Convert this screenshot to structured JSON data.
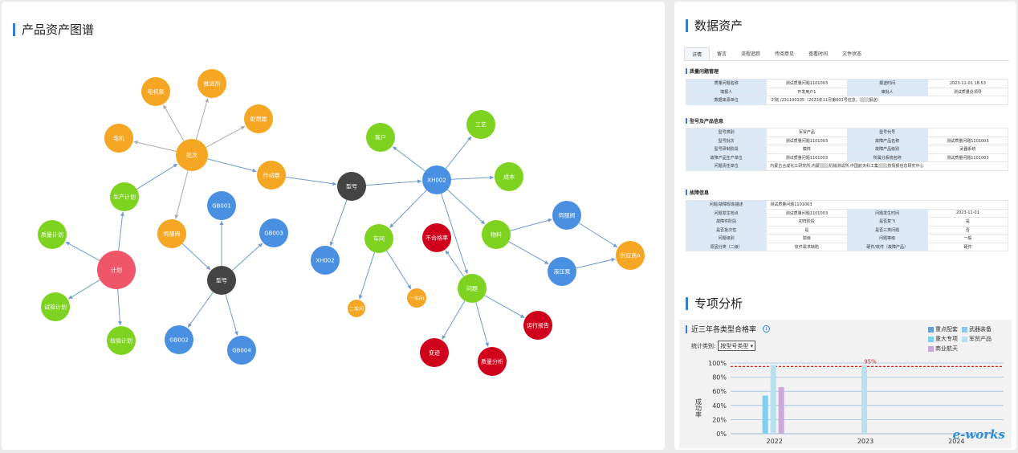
{
  "graph": {
    "title": "产品资产图谱",
    "nodes": [
      {
        "id": "diannao",
        "label": "电机泵",
        "color": "#f5a623"
      },
      {
        "id": "tuijin",
        "label": "推进剂",
        "color": "#f5a623"
      },
      {
        "id": "ranshao",
        "label": "助燃器",
        "color": "#f5a623"
      },
      {
        "id": "dianji",
        "label": "电机",
        "color": "#f5a623"
      },
      {
        "id": "pici",
        "label": "批次",
        "color": "#f5a623"
      },
      {
        "id": "zuodong",
        "label": "作动器",
        "color": "#f5a623"
      },
      {
        "id": "shengchan",
        "label": "生产计划",
        "color": "#7ed321"
      },
      {
        "id": "zhiliang",
        "label": "质量计划",
        "color": "#7ed321"
      },
      {
        "id": "jihua",
        "label": "计划",
        "color": "#f0566a"
      },
      {
        "id": "shiyan",
        "label": "试验计划",
        "color": "#7ed321"
      },
      {
        "id": "jianyan",
        "label": "检验计划",
        "color": "#7ed321"
      },
      {
        "id": "sifafa",
        "label": "伺服阀",
        "color": "#f5a623"
      },
      {
        "id": "gb001",
        "label": "GB001",
        "color": "#4a90e2"
      },
      {
        "id": "gb003",
        "label": "GB003",
        "color": "#4a90e2"
      },
      {
        "id": "xinghao1",
        "label": "型号",
        "color": "#444444"
      },
      {
        "id": "gb002",
        "label": "GB002",
        "color": "#4a90e2"
      },
      {
        "id": "gb004",
        "label": "GB004",
        "color": "#4a90e2"
      },
      {
        "id": "xinghao2",
        "label": "型号",
        "color": "#444444"
      },
      {
        "id": "xh002b",
        "label": "XH002",
        "color": "#4a90e2"
      },
      {
        "id": "kehu",
        "label": "客户",
        "color": "#7ed321"
      },
      {
        "id": "gongyi",
        "label": "工艺",
        "color": "#7ed321"
      },
      {
        "id": "xh002",
        "label": "XH002",
        "color": "#4a90e2"
      },
      {
        "id": "chengben",
        "label": "成本",
        "color": "#7ed321"
      },
      {
        "id": "chejian",
        "label": "车间",
        "color": "#7ed321"
      },
      {
        "id": "buhege",
        "label": "不合格率",
        "color": "#d0021b"
      },
      {
        "id": "wuliao",
        "label": "物料",
        "color": "#7ed321"
      },
      {
        "id": "sifuwen",
        "label": "伺服阀",
        "color": "#4a90e2"
      },
      {
        "id": "gongyingshang",
        "label": "供应商A",
        "color": "#f5a623"
      },
      {
        "id": "yeyabeng",
        "label": "液压泵",
        "color": "#4a90e2"
      },
      {
        "id": "erchejian",
        "label": "二车间",
        "color": "#f5a623"
      },
      {
        "id": "yichejian",
        "label": "一车间",
        "color": "#f5a623"
      },
      {
        "id": "wenti",
        "label": "问题",
        "color": "#7ed321"
      },
      {
        "id": "yunxing",
        "label": "运行报告",
        "color": "#d0021b"
      },
      {
        "id": "bianji",
        "label": "变迹",
        "color": "#d0021b"
      },
      {
        "id": "zhiliangfx",
        "label": "质量分析",
        "color": "#d0021b"
      }
    ]
  },
  "assets": {
    "title": "数据资产",
    "tabs": [
      "详情",
      "留言",
      "流程追踪",
      "传阅意见",
      "查看时间",
      "文件状态"
    ],
    "sections": [
      {
        "title": "质量问题管理",
        "rows": [
          [
            "质量问题名称",
            "测试质量问题1101003",
            "报送时间",
            "2023-11-01 18:53"
          ],
          [
            "填报人",
            "开发用户1",
            "审批人",
            "测试质量处领导"
          ],
          [
            "数据来源单位",
            "'2'院 /231100105（2023年11月第001号信息，░░░报送）"
          ]
        ]
      },
      {
        "title": "型号及产品信息",
        "rows": [
          [
            "型号类别",
            "军贸产品",
            "型号代号",
            ""
          ],
          [
            "型号批次",
            "测试质量问题1101003",
            "故障产品名称",
            "测试质量问题1101003"
          ],
          [
            "型号研制阶段",
            "模样",
            "故障产品级别",
            "武器系统"
          ],
          [
            "故障产品生产单位",
            "测试质量问题1101003",
            "所属分系统名称",
            "测试质量问题1101003"
          ],
          [
            "问题责任单位",
            "内蒙古合成化工研究所,内蒙░░░机械测试所,中国航天科工集░░░技情报信息研究中心"
          ]
        ]
      },
      {
        "title": "故障信息",
        "rows": [
          [
            "问题/故障现象描述",
            "测试质量问题1101003"
          ],
          [
            "问题发生地点",
            "测试质量问题1101003",
            "问题发生时间",
            "2023-11-01"
          ],
          [
            "故障件阶段",
            "初样阶段",
            "是否复飞",
            "是"
          ],
          [
            "是否批次性",
            "是",
            "是否三类问题",
            "否"
          ],
          [
            "问题级别",
            "院级",
            "问题等级",
            "一般"
          ],
          [
            "原因分类（二级）",
            "软件需求缺陷",
            "硬件/软件（故障产品）",
            "硬件"
          ]
        ]
      }
    ]
  },
  "analysis": {
    "title": "专项分析",
    "chart_title": "近三年各类型合格率",
    "filter_label": "统计类别:",
    "filter_value": "按型号类型",
    "watermark": "e-works"
  },
  "chart_data": {
    "type": "bar",
    "title": "近三年各类型合格率",
    "ylabel": "成功率",
    "categories": [
      "2022",
      "2023",
      "2024"
    ],
    "ylim": [
      0,
      100
    ],
    "yticks": [
      "0%",
      "20%",
      "40%",
      "60%",
      "80%",
      "100%"
    ],
    "threshold": {
      "value": 95,
      "label": "95%",
      "color": "#e02020"
    },
    "legend_position": "top-right",
    "series": [
      {
        "name": "重点配套",
        "color": "#6aa0d8",
        "values": [
          null,
          null,
          null
        ]
      },
      {
        "name": "武器装备",
        "color": "#8ec9ea",
        "values": [
          null,
          null,
          null
        ]
      },
      {
        "name": "重大专项",
        "color": "#7fd0ee",
        "values": [
          54,
          null,
          null
        ]
      },
      {
        "name": "军贸产品",
        "color": "#b8e0ee",
        "values": [
          97,
          97,
          null
        ]
      },
      {
        "name": "商业航天",
        "color": "#c8a9d8",
        "values": [
          66,
          null,
          null
        ]
      }
    ]
  }
}
